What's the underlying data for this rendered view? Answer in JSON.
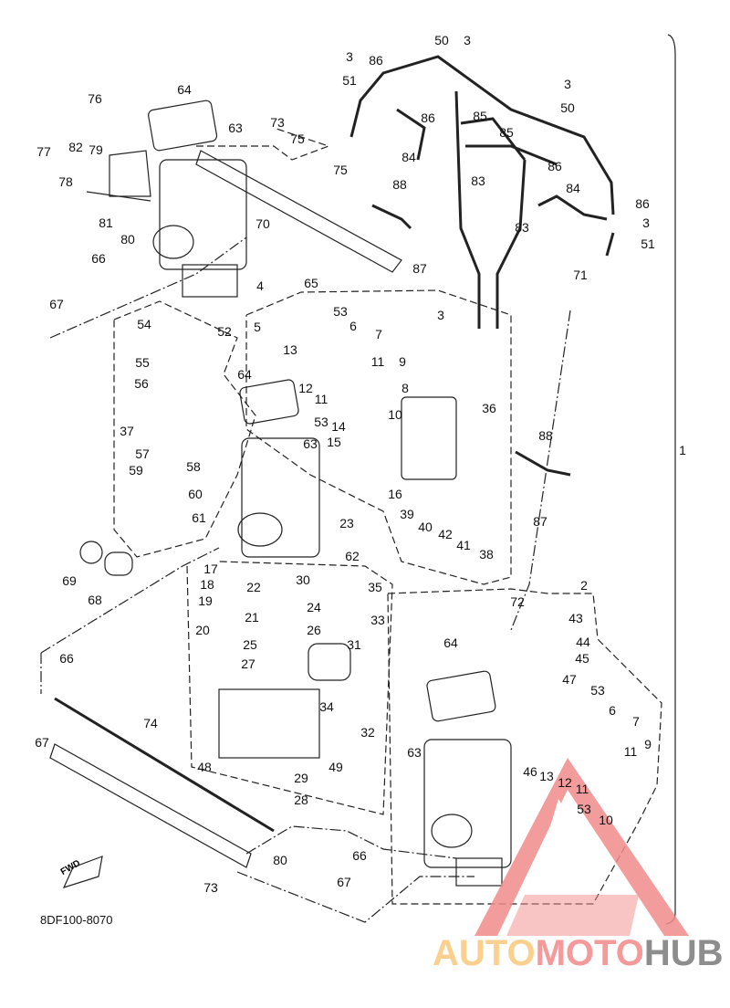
{
  "diagram_code": "8DF100-8070",
  "fwd_label": "FWD",
  "watermark": {
    "part1": "AUTO",
    "part2": "MOTO",
    "part3": "HUB",
    "colors": {
      "auto": "#fbd08e",
      "moto": "#f59a9a",
      "hub": "#8d8d8d",
      "triangle": "#f28b8b"
    }
  },
  "callouts": [
    "50",
    "3",
    "3",
    "51",
    "86",
    "64",
    "76",
    "63",
    "73",
    "75",
    "86",
    "85",
    "85",
    "86",
    "84",
    "83",
    "83",
    "3",
    "50",
    "77",
    "82",
    "79",
    "78",
    "81",
    "80",
    "75",
    "88",
    "87",
    "70",
    "86",
    "84",
    "3",
    "51",
    "71",
    "66",
    "4",
    "67",
    "65",
    "3",
    "53",
    "5",
    "6",
    "7",
    "54",
    "52",
    "13",
    "9",
    "11",
    "55",
    "56",
    "64",
    "12",
    "11",
    "8",
    "36",
    "10",
    "37",
    "53",
    "14",
    "15",
    "63",
    "88",
    "57",
    "58",
    "59",
    "60",
    "16",
    "61",
    "39",
    "23",
    "40",
    "42",
    "41",
    "38",
    "87",
    "69",
    "68",
    "62",
    "17",
    "18",
    "30",
    "35",
    "2",
    "72",
    "19",
    "22",
    "24",
    "43",
    "33",
    "21",
    "26",
    "20",
    "44",
    "25",
    "64",
    "45",
    "31",
    "27",
    "66",
    "47",
    "53",
    "34",
    "6",
    "7",
    "74",
    "67",
    "32",
    "11",
    "9",
    "48",
    "49",
    "63",
    "46",
    "13",
    "12",
    "11",
    "29",
    "53",
    "10",
    "28",
    "80",
    "66",
    "67",
    "73",
    "1"
  ]
}
